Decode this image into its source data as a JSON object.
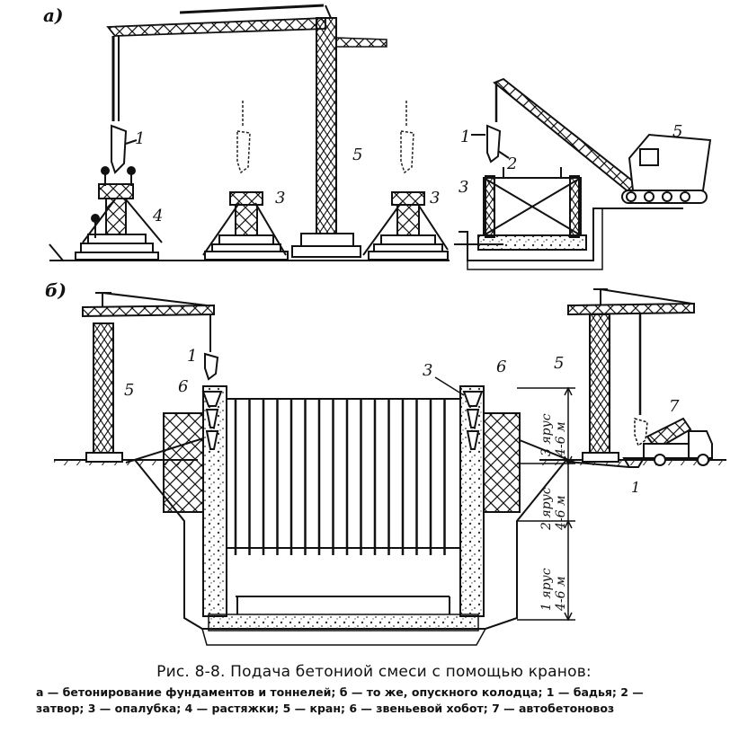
{
  "panels": {
    "a": "а)",
    "b": "б)"
  },
  "labels": {
    "n1": "1",
    "n2": "2",
    "n3": "3",
    "n4": "4",
    "n5": "5",
    "n6": "6",
    "n7": "7"
  },
  "dimensions": {
    "tier3": "3 ярус",
    "tier2": "2 ярус",
    "tier1": "1 ярус",
    "size": "4-6 м"
  },
  "caption": {
    "title": "Рис. 8-8. Подача бетониой смеси с помощью кранов:",
    "line1": "а — бетонирование фундаментов и тоннелей; б — то же, опускного колодца; 1 — бадья; 2 —",
    "line2": "затвор; 3 — опалубка; 4 — растяжки; 5 — кран; 6 — звеньевой хобот; 7 — автобетоновоз"
  }
}
